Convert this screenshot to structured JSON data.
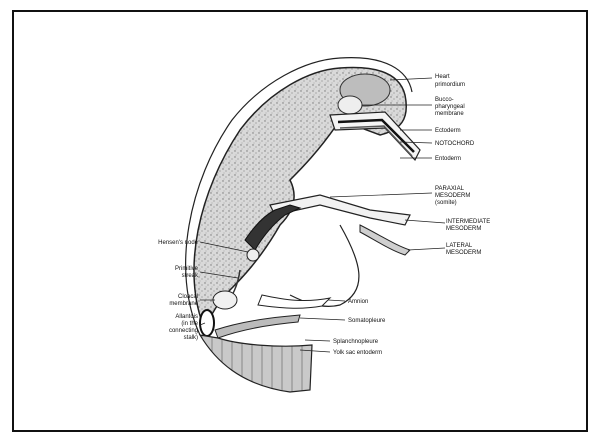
{
  "diagram": {
    "labels": {
      "heart_primordium_1": "Heart",
      "heart_primordium_2": "primordium",
      "bucco_1": "Bucco-",
      "bucco_2": "pharyngeal",
      "bucco_3": "membrane",
      "ectoderm": "Ectoderm",
      "notochord": "NOTOCHORD",
      "entoderm": "Entoderm",
      "paraxial_1": "PARAXIAL",
      "paraxial_2": "MESODERM",
      "paraxial_3": "(somite)",
      "intermediate_1": "INTERMEDIATE",
      "intermediate_2": "MESODERM",
      "lateral_1": "LATERAL",
      "lateral_2": "MESODERM",
      "hensens_node": "Hensen's node",
      "primitive_1": "Primitive",
      "primitive_2": "streak",
      "cloacal_1": "Cloacal",
      "cloacal_2": "membrane",
      "allantois_1": "Allantois",
      "allantois_2": "(in the",
      "allantois_3": "connecting",
      "allantois_4": "stalk)",
      "amnion": "Amnion",
      "somatopleure": "Somatopleure",
      "splanchnopleure": "Splanchnopleure",
      "yolk_sac": "Yolk sac entoderm"
    }
  }
}
